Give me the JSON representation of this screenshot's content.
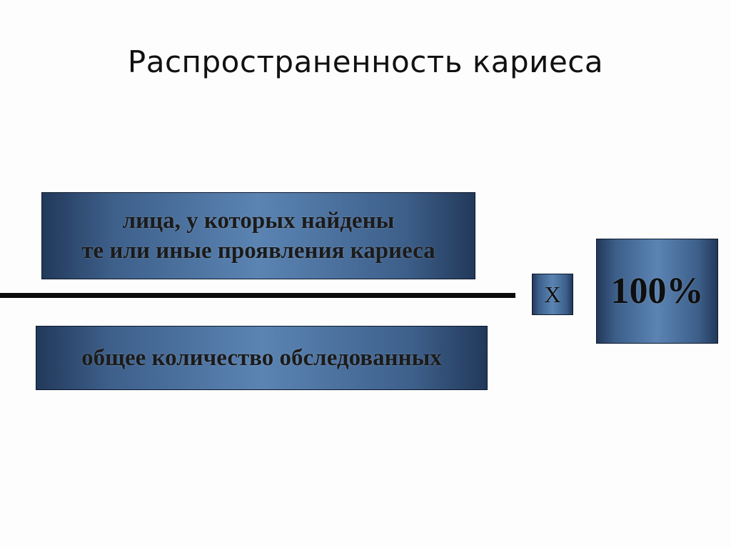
{
  "slide": {
    "title": "Распространенность кариеса"
  },
  "formula": {
    "numerator_lines": [
      "лица, у которых найдены",
      "те или иные проявления кариеса"
    ],
    "denominator": "общее количество обследованных",
    "multiply_symbol": "Х",
    "multiplier": "100%"
  },
  "colors": {
    "box_gradient_dark": "#22395a",
    "box_gradient_light": "#5b84b3",
    "fraction_line": "#0b0b0b",
    "background": "#fdfdfd"
  }
}
